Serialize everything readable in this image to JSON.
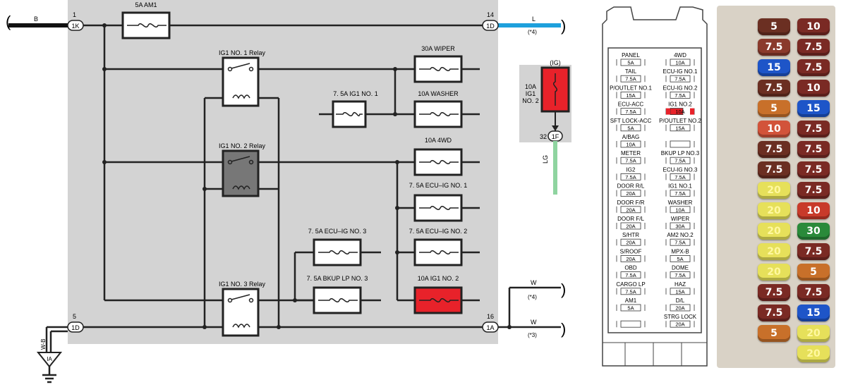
{
  "diagram": {
    "left_connectors": [
      {
        "pin": "1",
        "connector": "1K",
        "wire": "B"
      },
      {
        "pin": "5",
        "connector": "1D",
        "wire": "W-B"
      }
    ],
    "right_connectors": [
      {
        "pin": "14",
        "connector": "1D",
        "wire": "L",
        "note": "(*4)"
      },
      {
        "pin": "16",
        "connector": "1A",
        "wire": "W",
        "note": "(*3)"
      }
    ],
    "upper_right_wire": {
      "wire": "W",
      "note": "(*4)"
    },
    "ground_label": "IA",
    "relays": [
      "IG1 NO. 1 Relay",
      "IG1 NO. 2 Relay",
      "IG1 NO. 3 Relay"
    ],
    "fuses": {
      "am1": "5A AM1",
      "wiper": "30A WIPER",
      "ig1_no1": "7. 5A IG1 NO. 1",
      "washer": "10A WASHER",
      "fwd": "10A 4WD",
      "ecu_ig1": "7. 5A ECU–IG NO. 1",
      "ecu_ig3": "7. 5A ECU–IG NO. 3",
      "ecu_ig2": "7. 5A ECU–IG NO. 2",
      "bkup": "7. 5A BKUP LP NO. 3",
      "ig1_no2": "10A IG1 NO. 2"
    },
    "ig_inset": {
      "header": "(IG)",
      "fuse_label": [
        "10A",
        "IG1",
        "NO. 2"
      ],
      "pin": "32",
      "connector": "1F",
      "wire": "LG"
    },
    "highlight_color": "#e8222a",
    "wire_color_L": "#1ea0dc",
    "wire_color_LG": "#8fd4a0"
  },
  "fuse_box": {
    "rows": [
      {
        "left": {
          "name": "PANEL",
          "rating": "5A"
        },
        "right": {
          "name": "4WD",
          "rating": "10A"
        }
      },
      {
        "left": {
          "name": "TAIL",
          "rating": "7.5A"
        },
        "right": {
          "name": "ECU-IG NO.1",
          "rating": "7.5A"
        }
      },
      {
        "left": {
          "name": "P/OUTLET NO.1",
          "rating": "15A"
        },
        "right": {
          "name": "ECU-IG NO.2",
          "rating": "7.5A"
        }
      },
      {
        "left": {
          "name": "ECU-ACC",
          "rating": "7.5A"
        },
        "right": {
          "name": "IG1 NO.2",
          "rating": "10A",
          "highlight": true
        }
      },
      {
        "left": {
          "name": "SFT LOCK-ACC",
          "rating": "5A"
        },
        "right": {
          "name": "P/OUTLET NO.2",
          "rating": "15A"
        }
      },
      {
        "left": {
          "name": "A/BAG",
          "rating": "10A"
        },
        "right": {
          "name": "",
          "rating": ""
        }
      },
      {
        "left": {
          "name": "METER",
          "rating": "7.5A"
        },
        "right": {
          "name": "BKUP LP NO.3",
          "rating": "7.5A"
        }
      },
      {
        "left": {
          "name": "IG2",
          "rating": "7.5A"
        },
        "right": {
          "name": "ECU-IG NO.3",
          "rating": "7.5A"
        }
      },
      {
        "left": {
          "name": "DOOR R/L",
          "rating": "20A"
        },
        "right": {
          "name": "IG1 NO.1",
          "rating": "7.5A"
        }
      },
      {
        "left": {
          "name": "DOOR F/R",
          "rating": "20A"
        },
        "right": {
          "name": "WASHER",
          "rating": "10A"
        }
      },
      {
        "left": {
          "name": "DOOR F/L",
          "rating": "20A"
        },
        "right": {
          "name": "WIPER",
          "rating": "30A"
        }
      },
      {
        "left": {
          "name": "S/HTR",
          "rating": "20A"
        },
        "right": {
          "name": "AM2 NO.2",
          "rating": "7.5A"
        }
      },
      {
        "left": {
          "name": "S/ROOF",
          "rating": "20A"
        },
        "right": {
          "name": "MPX-B",
          "rating": "5A"
        }
      },
      {
        "left": {
          "name": "OBD",
          "rating": "7.5A"
        },
        "right": {
          "name": "DOME",
          "rating": "7.5A"
        }
      },
      {
        "left": {
          "name": "CARGO LP",
          "rating": "7.5A"
        },
        "right": {
          "name": "HAZ",
          "rating": "15A"
        }
      },
      {
        "left": {
          "name": "AM1",
          "rating": "5A"
        },
        "right": {
          "name": "D/L",
          "rating": "20A"
        }
      },
      {
        "left": {
          "name": "",
          "rating": ""
        },
        "right": {
          "name": "STRG LOCK",
          "rating": "20A"
        }
      }
    ]
  },
  "photo": {
    "rows": [
      {
        "left": {
          "text": "5",
          "color": "#6b2f22"
        },
        "right": {
          "text": "10",
          "color": "#7a2a24"
        }
      },
      {
        "left": {
          "text": "7.5",
          "color": "#8a3a2c"
        },
        "right": {
          "text": "7.5",
          "color": "#7a2a24"
        }
      },
      {
        "left": {
          "text": "15",
          "color": "#1e55c8"
        },
        "right": {
          "text": "7.5",
          "color": "#7a2a24"
        }
      },
      {
        "left": {
          "text": "7.5",
          "color": "#6b2f22"
        },
        "right": {
          "text": "10",
          "color": "#7a2a24"
        }
      },
      {
        "left": {
          "text": "5",
          "color": "#c8702a"
        },
        "right": {
          "text": "15",
          "color": "#1e55c8"
        }
      },
      {
        "left": {
          "text": "10",
          "color": "#d2533a"
        },
        "right": {
          "text": "7.5",
          "color": "#7a2a24"
        }
      },
      {
        "left": {
          "text": "7.5",
          "color": "#6b2f22"
        },
        "right": {
          "text": "7.5",
          "color": "#7a2a24"
        }
      },
      {
        "left": {
          "text": "7.5",
          "color": "#6b2f22"
        },
        "right": {
          "text": "7.5",
          "color": "#7a2a24"
        }
      },
      {
        "left": {
          "text": "20",
          "color": "#e6e05a"
        },
        "right": {
          "text": "7.5",
          "color": "#7a2a24"
        }
      },
      {
        "left": {
          "text": "20",
          "color": "#e6e05a"
        },
        "right": {
          "text": "10",
          "color": "#c83a2a"
        }
      },
      {
        "left": {
          "text": "20",
          "color": "#e6e05a"
        },
        "right": {
          "text": "30",
          "color": "#2a8a3a"
        }
      },
      {
        "left": {
          "text": "20",
          "color": "#e6e05a"
        },
        "right": {
          "text": "7.5",
          "color": "#7a2a24"
        }
      },
      {
        "left": {
          "text": "20",
          "color": "#e6e05a"
        },
        "right": {
          "text": "5",
          "color": "#c8702a"
        }
      },
      {
        "left": {
          "text": "7.5",
          "color": "#7a2a24"
        },
        "right": {
          "text": "7.5",
          "color": "#7a2a24"
        }
      },
      {
        "left": {
          "text": "7.5",
          "color": "#7a2a24"
        },
        "right": {
          "text": "15",
          "color": "#1e55c8"
        }
      },
      {
        "left": {
          "text": "5",
          "color": "#c8702a"
        },
        "right": {
          "text": "20",
          "color": "#e6e05a"
        }
      },
      {
        "left": {
          "text": "",
          "color": ""
        },
        "right": {
          "text": "20",
          "color": "#e6e05a"
        }
      }
    ]
  }
}
